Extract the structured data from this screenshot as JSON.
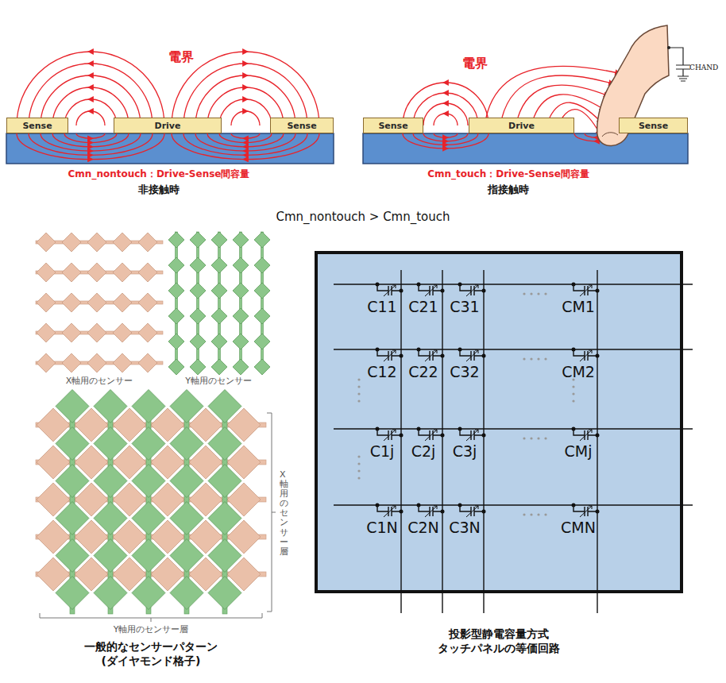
{
  "diagram": {
    "nodes": [
      {
        "text": [
          "Sense"
        ]
      },
      {
        "text": [
          "Drive"
        ]
      },
      {
        "text": [
          "Sense"
        ]
      },
      {
        "text": [
          "Sense"
        ]
      },
      {
        "text": [
          "Drive"
        ]
      },
      {
        "text": [
          "Sense"
        ]
      }
    ],
    "labels": [
      "電界",
      "Cmn_nontouch：Drive-Sense間容量",
      "非接触時",
      "電界",
      "CHAND",
      "Cmn_touch：Drive-Sense間容量",
      "指接触時",
      "Cmn_nontouch > Cmn_touch",
      "X軸用のセンサー",
      "Y軸用のセンサー",
      "X軸用のセンサー層",
      "Y軸用のセンサー層",
      "一般的なセンサーパターン (ダイヤモンド格子)",
      "C11",
      "C21",
      "C31",
      "CM1",
      "C12",
      "C22",
      "C32",
      "CM2",
      "C1j",
      "C2j",
      "C3j",
      "CMj",
      "C1N",
      "C2N",
      "C3N",
      "CMN",
      "投影型静電容量方式 タッチパネルの等価回路"
    ]
  }
}
